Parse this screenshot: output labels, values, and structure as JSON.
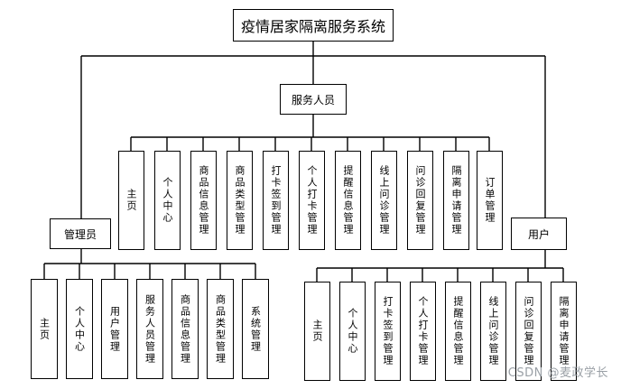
{
  "root": {
    "label": "疫情居家隔离服务系统"
  },
  "service_staff": {
    "label": "服务人员",
    "items": [
      "主页",
      "个人中心",
      "商品信息管理",
      "商品类型管理",
      "打卡签到管理",
      "个人打卡管理",
      "提醒信息管理",
      "线上问诊管理",
      "问诊回复管理",
      "隔离申请管理",
      "订单管理"
    ]
  },
  "admin": {
    "label": "管理员",
    "items": [
      "主页",
      "个人中心",
      "用户管理",
      "服务人员管理",
      "商品信息管理",
      "商品类型管理",
      "系统管理"
    ]
  },
  "user": {
    "label": "用户",
    "items": [
      "主页",
      "个人中心",
      "打卡签到管理",
      "个人打卡管理",
      "提醒信息管理",
      "线上问诊管理",
      "问诊回复管理",
      "隔离申请管理"
    ]
  },
  "watermark": "CSDN @麦政学长"
}
